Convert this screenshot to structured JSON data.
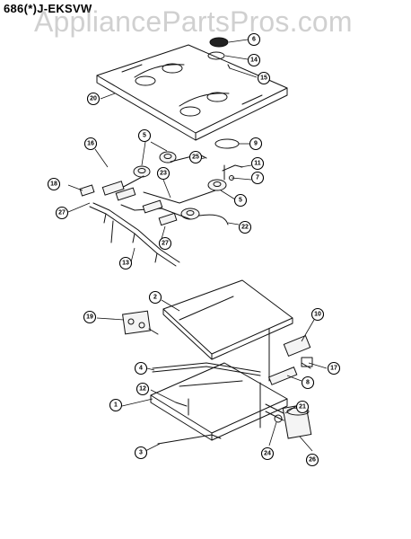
{
  "header": {
    "model": "686(*)J-EKSVW",
    "watermark": "AppliancePartsPros.com"
  },
  "callouts": [
    {
      "id": "6",
      "label": "6"
    },
    {
      "id": "14",
      "label": "14"
    },
    {
      "id": "15",
      "label": "15"
    },
    {
      "id": "20",
      "label": "20"
    },
    {
      "id": "16",
      "label": "16"
    },
    {
      "id": "5a",
      "label": "5"
    },
    {
      "id": "9",
      "label": "9"
    },
    {
      "id": "25",
      "label": "25"
    },
    {
      "id": "11",
      "label": "11"
    },
    {
      "id": "23",
      "label": "23"
    },
    {
      "id": "7",
      "label": "7"
    },
    {
      "id": "18",
      "label": "18"
    },
    {
      "id": "5b",
      "label": "5"
    },
    {
      "id": "27a",
      "label": "27"
    },
    {
      "id": "22",
      "label": "22"
    },
    {
      "id": "27b",
      "label": "27"
    },
    {
      "id": "13",
      "label": "13"
    },
    {
      "id": "2",
      "label": "2"
    },
    {
      "id": "19",
      "label": "19"
    },
    {
      "id": "10",
      "label": "10"
    },
    {
      "id": "4",
      "label": "4"
    },
    {
      "id": "17",
      "label": "17"
    },
    {
      "id": "12",
      "label": "12"
    },
    {
      "id": "8",
      "label": "8"
    },
    {
      "id": "1",
      "label": "1"
    },
    {
      "id": "21",
      "label": "21"
    },
    {
      "id": "3",
      "label": "3"
    },
    {
      "id": "24",
      "label": "24"
    },
    {
      "id": "26",
      "label": "26"
    }
  ]
}
